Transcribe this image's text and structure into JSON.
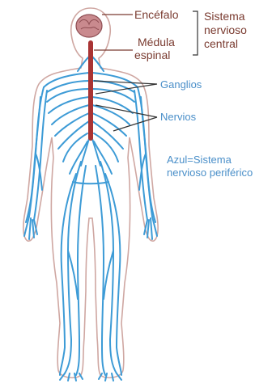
{
  "labels": {
    "brain": "Encéfalo",
    "spinal_cord": [
      "Médula",
      "espinal"
    ],
    "cns": [
      "Sistema",
      "nervioso",
      "central"
    ],
    "ganglia": "Ganglios",
    "nerves": "Nervios",
    "pns": [
      "Azul=Sistema",
      "nervioso periférico"
    ]
  },
  "colors": {
    "nerve": "#3d9bd6",
    "spinal_cord": "#a93434",
    "brain": "#c98a8e",
    "body_outline": "#cfa7a2",
    "label_brown": "#7a3b30",
    "label_blue": "#4a8fc9"
  }
}
